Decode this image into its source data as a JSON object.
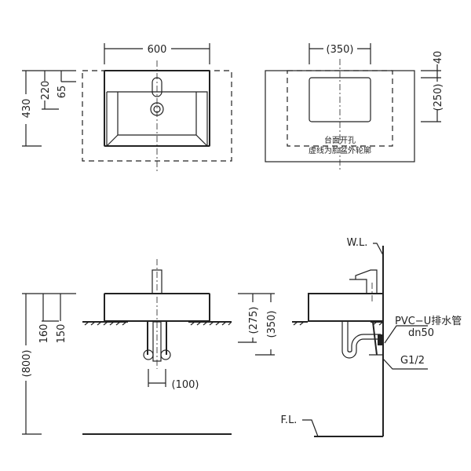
{
  "top_view": {
    "width": "600",
    "dim_430": "430",
    "dim_220": "220",
    "dim_65": "65"
  },
  "cutout_view": {
    "width": "(350)",
    "dim_40": "40",
    "dim_250": "(250)",
    "note_line1": "台面开孔",
    "note_line2": "虚线为脸盆外轮廓"
  },
  "front_view": {
    "dim_800": "(800)",
    "dim_160": "160",
    "dim_150": "150",
    "dim_275": "(275)",
    "dim_350": "(350)",
    "dim_100": "(100)"
  },
  "side_view": {
    "wall_label": "W.L.",
    "floor_label": "F.L.",
    "pipe_label": "PVC−U排水管",
    "pipe_size": "dn50",
    "supply_label": "G1/2"
  }
}
